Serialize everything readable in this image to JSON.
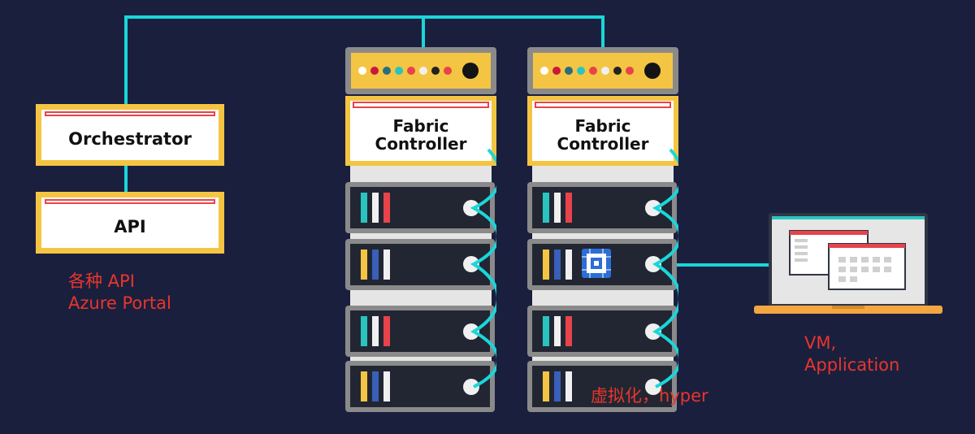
{
  "orchestrator": {
    "label": "Orchestrator"
  },
  "api": {
    "label": "API"
  },
  "notes": {
    "api_line1": "各种 API",
    "api_line2": "Azure Portal",
    "virtualization": "虚拟化，hyper",
    "vm_line1": "VM,",
    "vm_line2": "Application"
  },
  "racks": [
    {
      "controller_label_line1": "Fabric",
      "controller_label_line2": "Controller"
    },
    {
      "controller_label_line1": "Fabric",
      "controller_label_line2": "Controller"
    }
  ],
  "colors": {
    "background": "#1b1f3e",
    "connector": "#1ad6d9",
    "frame_yellow": "#f4c542",
    "accent_red": "#e8434b",
    "label_red": "#e8362c",
    "server_panel": "#222633",
    "rack_gray": "#8a8a8a"
  }
}
